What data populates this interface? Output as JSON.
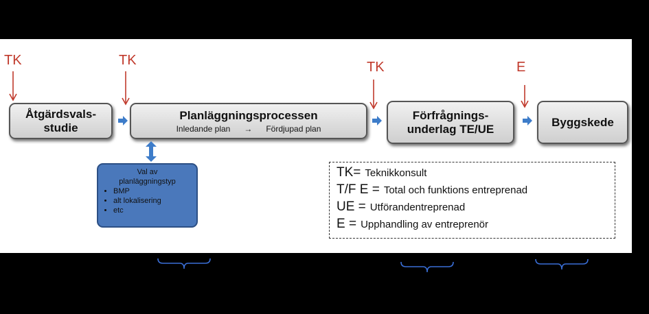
{
  "markers": {
    "tk1": "TK",
    "tk2": "TK",
    "tk3": "TK",
    "e": "E"
  },
  "boxes": {
    "atgard": {
      "line1": "Åtgärdsvals-",
      "line2": "studie"
    },
    "plan": {
      "title": "Planläggningsprocessen",
      "sub_left": "Inledande plan",
      "sub_arrow": "→",
      "sub_right": "Fördjupad plan"
    },
    "forfragning": {
      "line1": "Förfrågnings-",
      "line2": "underlag TE/UE"
    },
    "bygg": {
      "title": "Byggskede"
    }
  },
  "plantype": {
    "title_line1": "Val av",
    "title_line2": "planläggningstyp",
    "items": [
      "BMP",
      "alt lokalisering",
      "etc"
    ]
  },
  "legend": [
    {
      "key": "TK=",
      "value": "Teknikkonsult"
    },
    {
      "key": "T/F E =",
      "value": "Total och funktions entreprenad"
    },
    {
      "key": "UE =",
      "value": "Utförandentreprenad"
    },
    {
      "key": "E =",
      "value": "Upphandling av entreprenör"
    }
  ],
  "colors": {
    "marker_red": "#c0392b",
    "arrow_blue": "#3d7cc9",
    "plantype_fill": "#4a78bb",
    "brace_blue": "#3a6fd8"
  }
}
